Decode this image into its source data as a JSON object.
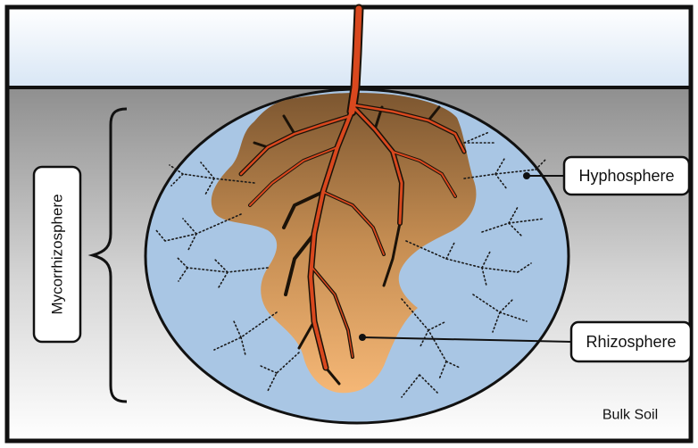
{
  "labels": {
    "mycorrhizosphere": "Mycorrhizosphere",
    "hyphosphere": "Hyphosphere",
    "rhizosphere": "Rhizosphere",
    "bulk_soil": "Bulk Soil"
  },
  "colors": {
    "sky_top": "#ffffff",
    "sky_bottom": "#d8e6f5",
    "soil_top": "#8f8f8f",
    "soil_bottom": "#ffffff",
    "ellipse_fill": "#a9c6e4",
    "rhizo_top": "#7c5630",
    "rhizo_bottom": "#f5b776",
    "root_main": "#d9481e",
    "root_outline": "#1b1208",
    "hyphae": "#1a1a1a"
  }
}
